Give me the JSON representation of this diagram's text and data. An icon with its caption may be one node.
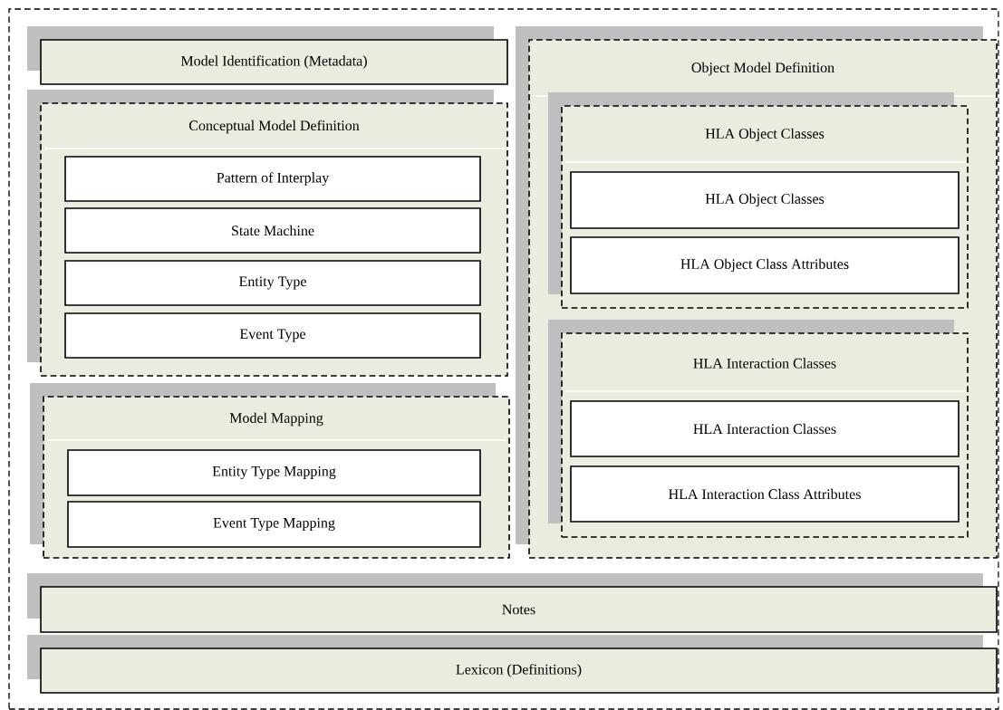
{
  "diagram": {
    "nodes": [
      {
        "text": [],
        "shape": "box"
      },
      {
        "text": [
          "Model Identification (Metadata)"
        ],
        "in": 0
      },
      {
        "text": [
          "Conceptual Model Definition"
        ],
        "in": 0
      },
      {
        "text": [
          "Pattern of Interplay"
        ],
        "in": 2
      },
      {
        "text": [
          "State Machine"
        ],
        "in": 2
      },
      {
        "text": [
          "Entity Type"
        ],
        "in": 2
      },
      {
        "text": [
          "Event Type"
        ],
        "in": 2
      },
      {
        "text": [
          "Model Mapping"
        ],
        "in": 0
      },
      {
        "text": [
          "Entity Type Mapping"
        ],
        "in": 7
      },
      {
        "text": [
          "Event Type Mapping"
        ],
        "in": 7
      },
      {
        "text": [
          "Object Model Definition"
        ],
        "in": 0
      },
      {
        "text": [
          "HLA Object Classes"
        ],
        "in": 10
      },
      {
        "text": [
          "HLA Object Classes"
        ],
        "in": 11
      },
      {
        "text": [
          "HLA Object Class Attributes"
        ],
        "in": 11
      },
      {
        "text": [
          "HLA Interaction Classes"
        ],
        "in": 10
      },
      {
        "text": [
          "HLA Interaction Classes"
        ],
        "in": 14
      },
      {
        "text": [
          "HLA Interaction Class Attributes"
        ],
        "in": 14
      },
      {
        "text": [
          "Notes"
        ],
        "in": 0
      },
      {
        "text": [
          "Lexicon (Definitions)"
        ],
        "in": 0
      }
    ]
  }
}
